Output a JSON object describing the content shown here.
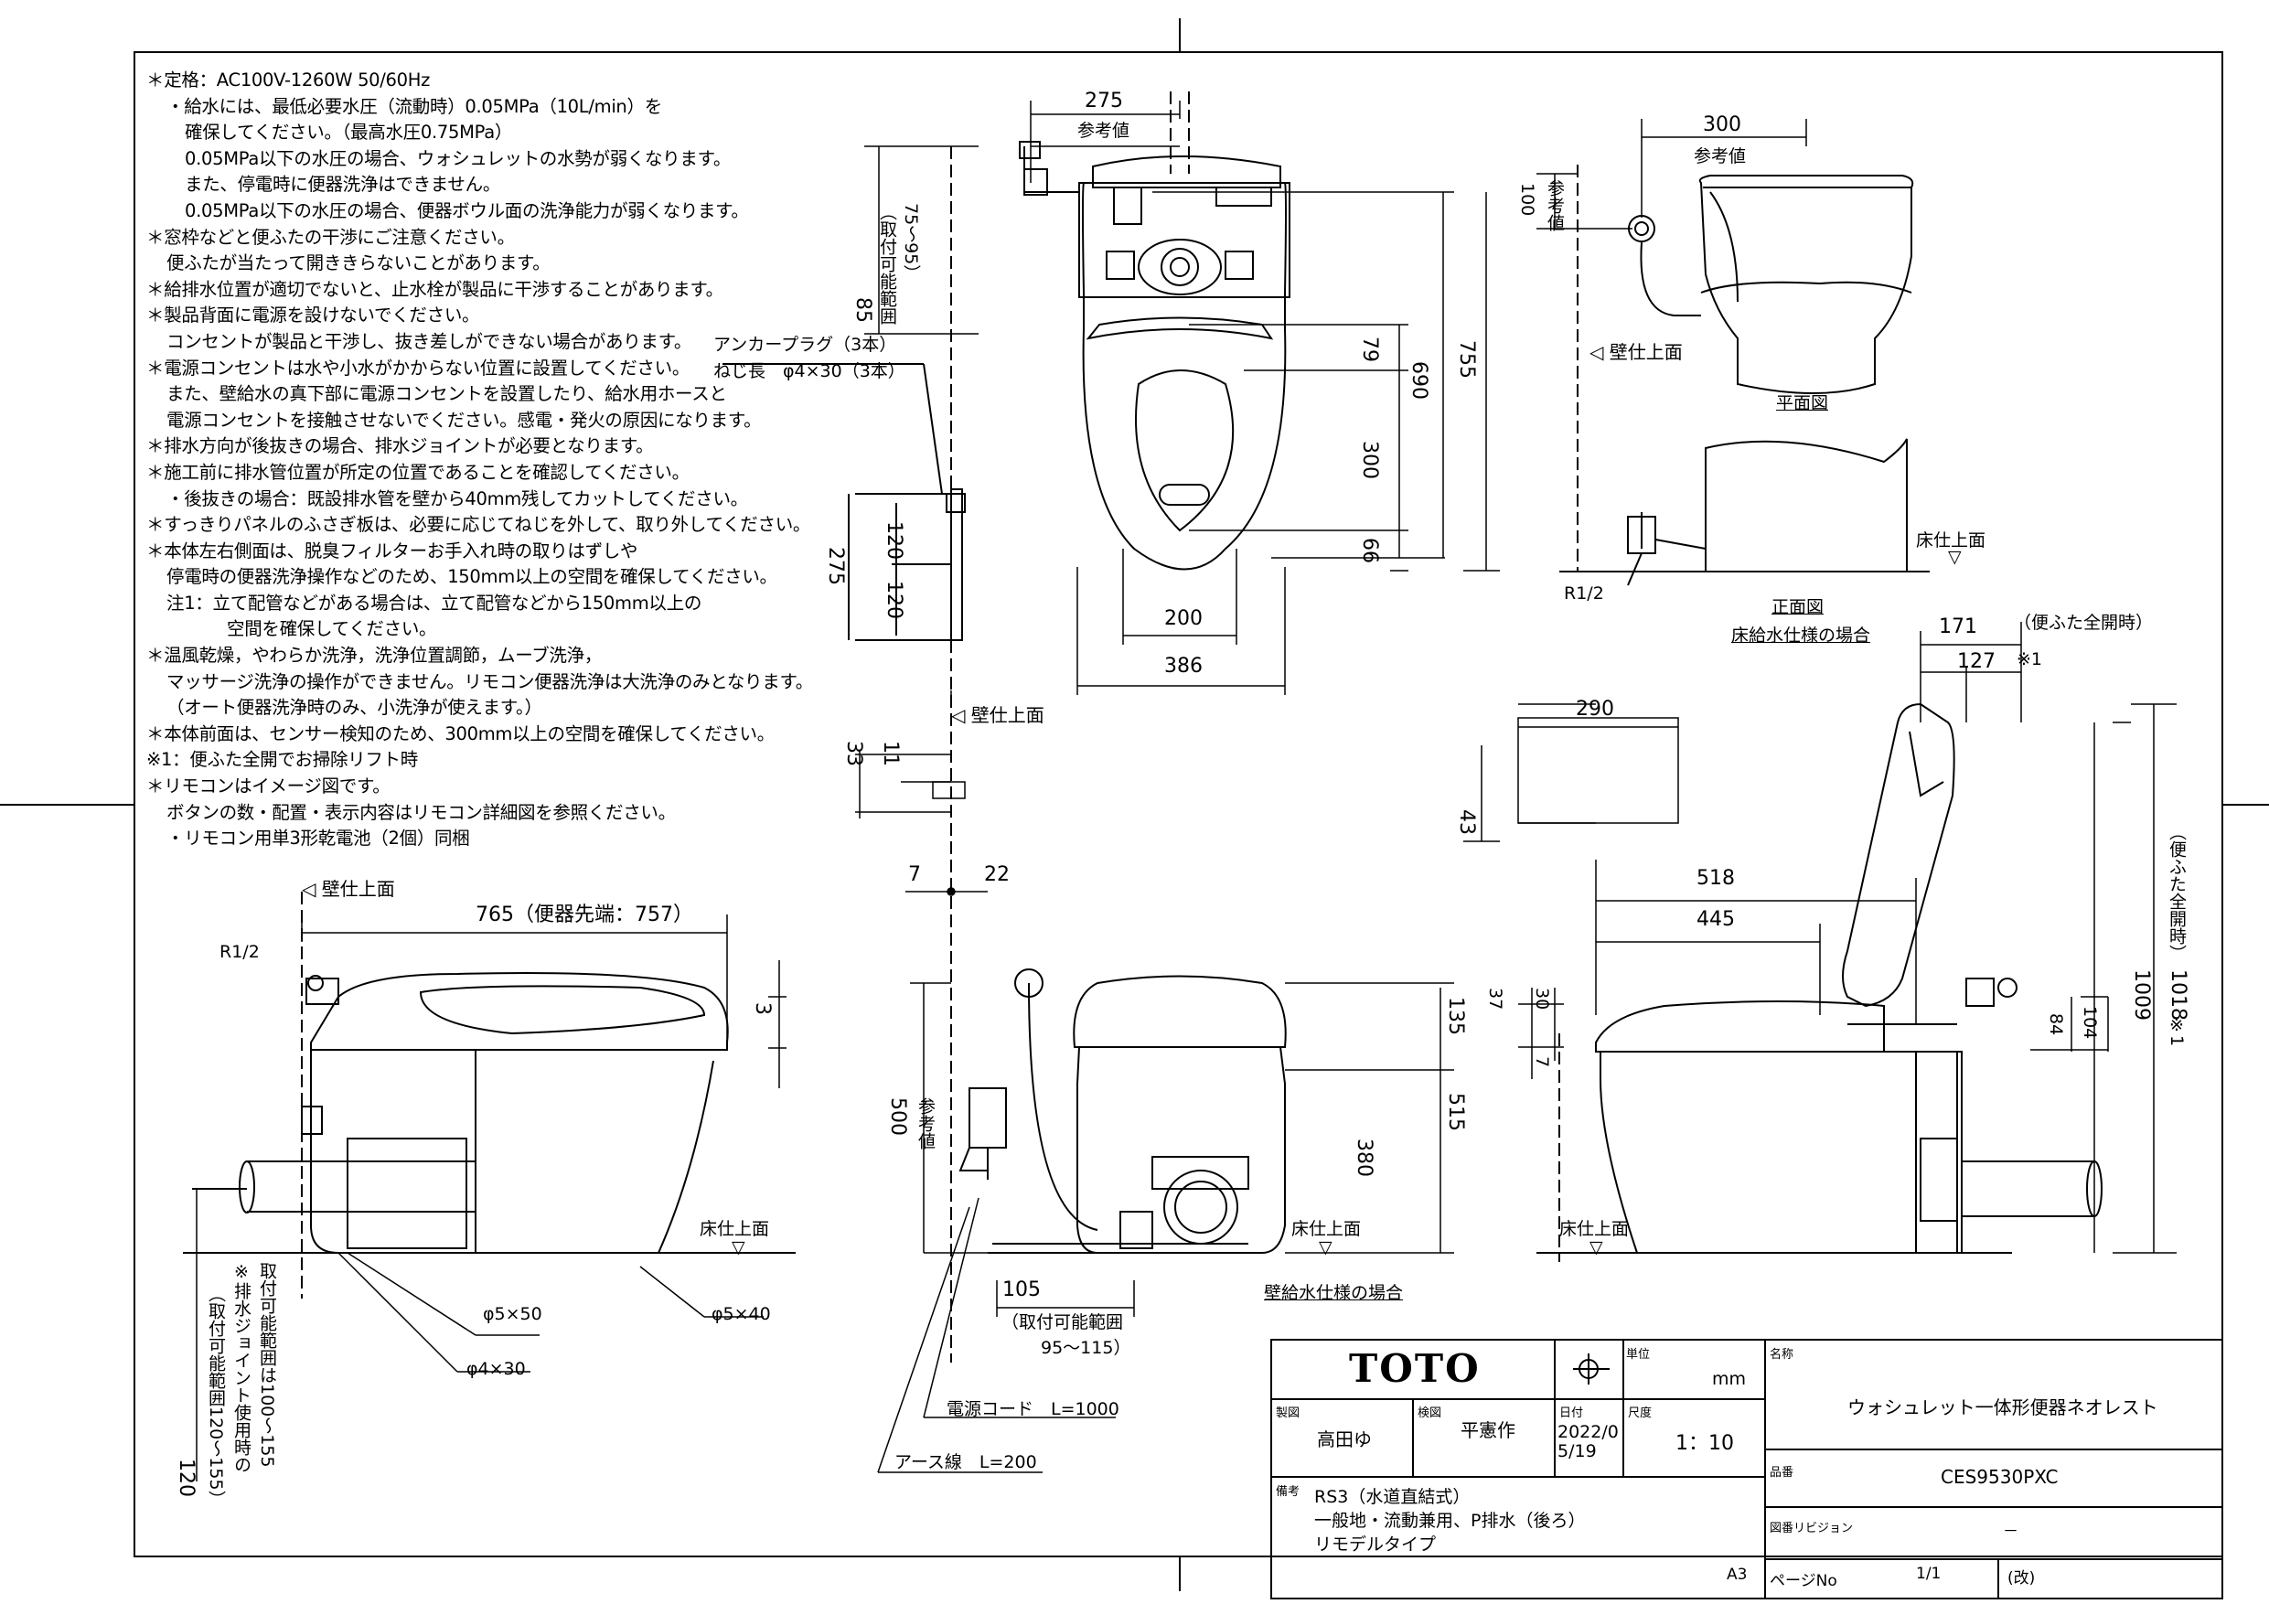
{
  "notes": [
    {
      "indent": 0,
      "text": "＊定格：AC100V-1260W 50/60Hz"
    },
    {
      "indent": 1,
      "text": "・給水には、最低必要水圧（流動時）0.05MPa（10L/min）を"
    },
    {
      "indent": 2,
      "text": "確保してください。（最高水圧0.75MPa）"
    },
    {
      "indent": 2,
      "text": "0.05MPa以下の水圧の場合、ウォシュレットの水勢が弱くなります。"
    },
    {
      "indent": 2,
      "text": "また、停電時に便器洗浄はできません。"
    },
    {
      "indent": 2,
      "text": "0.05MPa以下の水圧の場合、便器ボウル面の洗浄能力が弱くなります。"
    },
    {
      "indent": 0,
      "text": "＊窓枠などと便ふたの干渉にご注意ください。"
    },
    {
      "indent": 1,
      "text": "便ふたが当たって開ききらないことがあります。"
    },
    {
      "indent": 0,
      "text": "＊給排水位置が適切でないと、止水栓が製品に干渉することがあります。"
    },
    {
      "indent": 0,
      "text": "＊製品背面に電源を設けないでください。"
    },
    {
      "indent": 1,
      "text": "コンセントが製品と干渉し、抜き差しができない場合があります。"
    },
    {
      "indent": 0,
      "text": "＊電源コンセントは水や小水がかからない位置に設置してください。"
    },
    {
      "indent": 1,
      "text": "また、壁給水の真下部に電源コンセントを設置したり、給水用ホースと"
    },
    {
      "indent": 1,
      "text": "電源コンセントを接触させないでください。感電・発火の原因になります。"
    },
    {
      "indent": 0,
      "text": "＊排水方向が後抜きの場合、排水ジョイントが必要となります。"
    },
    {
      "indent": 0,
      "text": "＊施工前に排水管位置が所定の位置であることを確認してください。"
    },
    {
      "indent": 1,
      "text": "・後抜きの場合：既設排水管を壁から40mm残してカットしてください。"
    },
    {
      "indent": 0,
      "text": "＊すっきりパネルのふさぎ板は、必要に応じてねじを外して、取り外してください。"
    },
    {
      "indent": 0,
      "text": "＊本体左右側面は、脱臭フィルターお手入れ時の取りはずしや"
    },
    {
      "indent": 1,
      "text": "停電時の便器洗浄操作などのため、150mm以上の空間を確保してください。"
    },
    {
      "indent": 1,
      "text": "注1：立て配管などがある場合は、立て配管などから150mm以上の"
    },
    {
      "indent": 3,
      "text": "空間を確保してください。"
    },
    {
      "indent": 0,
      "text": "＊温風乾燥，やわらか洗浄，洗浄位置調節，ムーブ洗浄，"
    },
    {
      "indent": 1,
      "text": "マッサージ洗浄の操作ができません。リモコン便器洗浄は大洗浄のみとなります。"
    },
    {
      "indent": 1,
      "text": "（オート便器洗浄時のみ、小洗浄が使えます。）"
    },
    {
      "indent": 0,
      "text": "＊本体前面は、センサー検知のため、300mm以上の空間を確保してください。"
    },
    {
      "indent": 0,
      "text": "※1：便ふた全開でお掃除リフト時"
    },
    {
      "indent": 0,
      "text": "＊リモコンはイメージ図です。"
    },
    {
      "indent": 1,
      "text": "ボタンの数・配置・表示内容はリモコン詳細図を参照ください。"
    },
    {
      "indent": 1,
      "text": "・リモコン用単3形乾電池（2個）同梱"
    }
  ],
  "labels": {
    "sankochi": "参考値",
    "kabe_shiage": "壁仕上面",
    "yuka_shiage": "床仕上面",
    "heimenzu": "平面図",
    "shomenzu": "正面図",
    "yuka_kyusui": "床給水仕様の場合",
    "kabe_kyusui": "壁給水仕様の場合",
    "anchor_1": "アンカープラグ（3本）",
    "anchor_2": "ねじ長　φ4×30（3本）",
    "torituke_range_top": "（取付可能範囲",
    "torituke_range_top_2": "75～95）",
    "r12": "R1/2",
    "r12_b": "R1/2",
    "dengen_cord": "電源コード　L=1000",
    "earth": "アース線　L=200",
    "torituke_bottom_1": "（取付可能範囲",
    "torituke_bottom_2": "95～115）",
    "fuse_zenkai": "（便ふた全開時）",
    "fuse_zenkai_v": "（便ふた全開時）",
    "ref_note": "※1",
    "ref_note_b": "※1",
    "phi5x50": "φ5×50",
    "phi5x40": "φ5×40",
    "phi4x30": "φ4×30",
    "left_v1": "（取付可能範囲120～155）",
    "left_v2": "※排水ジョイント使用時の",
    "left_v3": "取付可能範囲は100～155",
    "dim_765": "765（便器先端：757）",
    "a3": "A3"
  },
  "dims": {
    "d275": "275",
    "d300": "300",
    "d100": "100",
    "d85": "85",
    "d79": "79",
    "d690": "690",
    "d755": "755",
    "d300b": "300",
    "d66": "66",
    "d200": "200",
    "d386": "386",
    "d120a": "120",
    "d120b": "120",
    "d275b": "275",
    "d33": "33",
    "d11": "11",
    "d7": "7",
    "d22": "22",
    "d290": "290",
    "d43": "43",
    "d171": "171",
    "d127": "127",
    "d518": "518",
    "d445": "445",
    "d37": "37",
    "d30": "30",
    "d7b": "7",
    "d84": "84",
    "d104": "104",
    "d1009": "1009",
    "d1018": "1018",
    "d135": "135",
    "d515": "515",
    "d380": "380",
    "d500": "500",
    "d105": "105",
    "d3": "3",
    "d120c": "120"
  },
  "title_block": {
    "logo": "TOTO",
    "unit_label": "単位",
    "unit": "mm",
    "name_label": "名称",
    "name": "ウォシュレット一体形便器ネオレスト",
    "drafter_label": "製図",
    "drafter": "高田ゆ",
    "checker_label": "検図",
    "checker": "平憲作",
    "date_label": "日付",
    "date": "2022/05/19",
    "scale_label": "尺度",
    "scale": "1：10",
    "model_label": "品番",
    "model": "CES9530PXC",
    "remarks_label": "備考",
    "remarks_1": "RS3（水道直結式）",
    "remarks_2": "一般地・流動兼用、P排水（後ろ）",
    "remarks_3": "リモデルタイプ",
    "revision_label": "図番リビジョン",
    "revision": "－",
    "page_label": "ページNo",
    "page": "1/1",
    "page_suffix": "(改)"
  }
}
